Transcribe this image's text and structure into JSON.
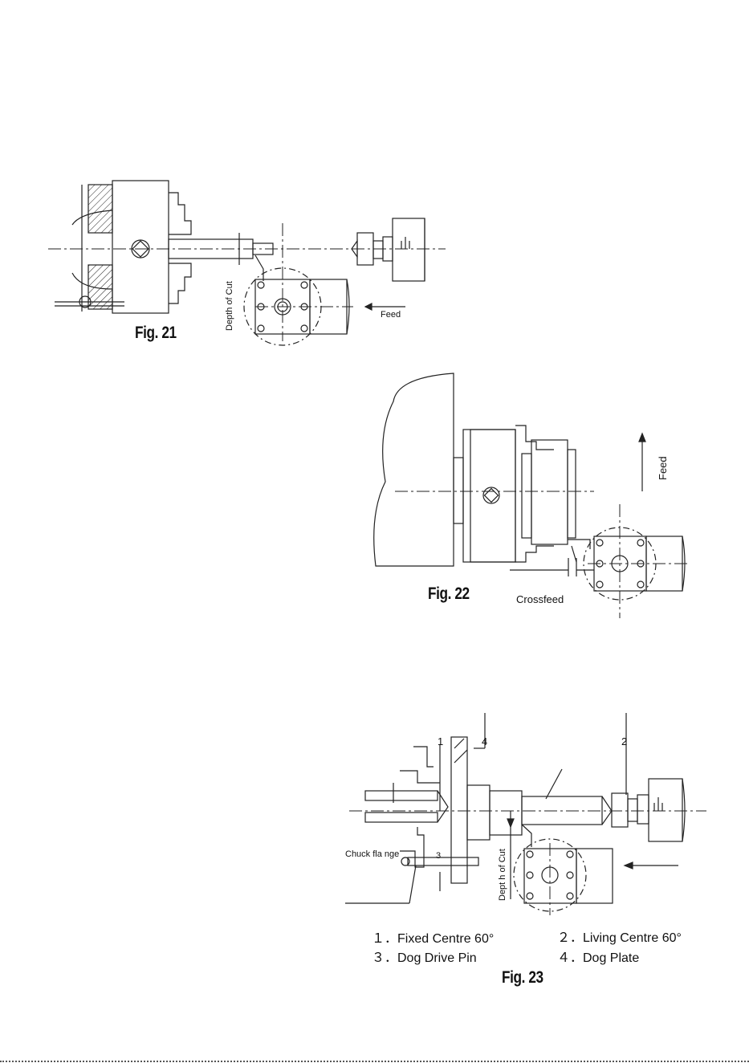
{
  "figures": {
    "fig21": {
      "caption": "Fig. 21",
      "depth_label": "Depth of Cut",
      "feed_label": "Feed"
    },
    "fig22": {
      "caption": "Fig. 22",
      "feed_label": "Feed",
      "crossfeed_label": "Crossfeed"
    },
    "fig23": {
      "caption": "Fig. 23",
      "chuck_flange_label": "Chuck fla nge",
      "depth_label": "Dept h of Cut",
      "callouts": [
        "1",
        "4",
        "2",
        "3"
      ],
      "legend": [
        "１．Fixed Centre 60°",
        "２．Living Centre 60°",
        "３．Dog Drive Pin",
        "４．Dog Plate"
      ]
    }
  }
}
